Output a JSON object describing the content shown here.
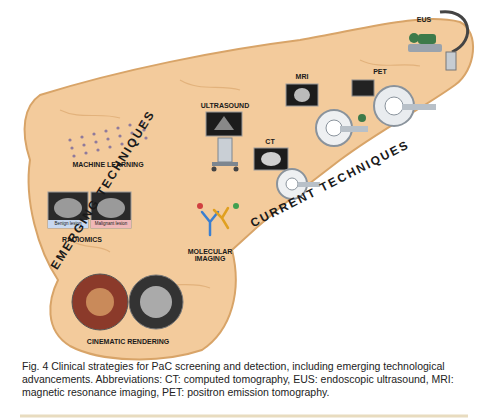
{
  "diagram": {
    "caption": "Fig. 4 Clinical strategies for PaC screening and detection, including emerging technological advancements. Abbreviations: CT: computed tomography, EUS: endoscopic ultrasound, MRI: magnetic resonance imaging, PET: positron emission tomography.",
    "labels": [
      "EMERGING TECHNIQUES",
      "CURRENT TECHNIQUES",
      "ULTRASOUND",
      "MRI",
      "PET",
      "EUS",
      "CT",
      "MACHINE LEARNING",
      "MOLECULAR IMAGING",
      "RADIOMICS",
      "Benign lesion",
      "Malignant lesion",
      "CINEMATIC RENDERING"
    ]
  }
}
